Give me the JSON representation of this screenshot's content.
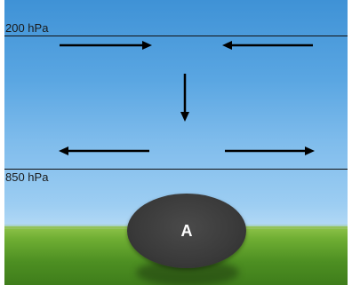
{
  "levels": {
    "upper": "200 hPa",
    "lower": "850 hPa"
  },
  "high_pressure": {
    "label": "A"
  },
  "colors": {
    "sky_top": "#3f92d6",
    "sky_bottom": "#b9dcf6",
    "grass": "#6fae33",
    "cell": "#3a3a3a",
    "arrow": "#000000"
  },
  "arrows": {
    "upper_left": "right-arrow",
    "upper_right": "left-arrow",
    "center": "down-arrow",
    "lower_left": "left-arrow",
    "lower_right": "right-arrow"
  }
}
